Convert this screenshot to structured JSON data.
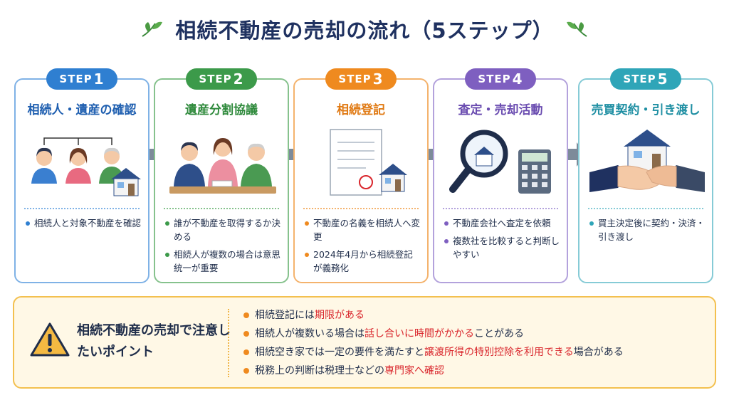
{
  "title": "相続不動産の売却の流れ（5ステップ）",
  "colors": {
    "step1": "#2f7fd1",
    "step2": "#3c9a4a",
    "step3": "#ef8a1f",
    "step4": "#7e5fc0",
    "step5": "#2fa5b8",
    "title": "#1f3160",
    "highlight": "#d9262c",
    "note_border": "#f3c04f",
    "note_bg": "#fff8e6"
  },
  "steps": [
    {
      "badge": "STEP",
      "number": "1",
      "title": "相続人・遺産の確認",
      "icon": "family-house-icon",
      "bullets": [
        {
          "text": "相続人と対象不動産を確認",
          "highlight": false
        }
      ]
    },
    {
      "badge": "STEP",
      "number": "2",
      "title": "遺産分割協議",
      "icon": "meeting-icon",
      "bullets": [
        {
          "text": "誰が不動産を取得するか決める",
          "highlight": false
        },
        {
          "text": "相続人が複数の場合は意思統一が重要",
          "highlight": false
        }
      ]
    },
    {
      "badge": "STEP",
      "number": "3",
      "title": "相続登記",
      "icon": "document-stamp-icon",
      "bullets": [
        {
          "text": "不動産の名義を相続人へ変更",
          "highlight": false
        },
        {
          "text": "2024年4月から相続登記が義務化",
          "highlight": true
        }
      ]
    },
    {
      "badge": "STEP",
      "number": "4",
      "title": "査定・売却活動",
      "icon": "magnifier-calculator-icon",
      "bullets": [
        {
          "text": "不動産会社へ査定を依頼",
          "highlight": false
        },
        {
          "text": "複数社を比較すると判断しやすい",
          "highlight": false
        }
      ]
    },
    {
      "badge": "STEP",
      "number": "5",
      "title": "売買契約・引き渡し",
      "icon": "handshake-house-icon",
      "bullets": [
        {
          "text": "買主決定後に契約・決済・引き渡し",
          "highlight": false
        }
      ]
    }
  ],
  "note": {
    "title": "相続不動産の売却で注意したいポイント",
    "items": [
      [
        {
          "t": "相続登記には",
          "hl": false
        },
        {
          "t": "期限がある",
          "hl": true
        }
      ],
      [
        {
          "t": "相続人が複数いる場合は",
          "hl": false
        },
        {
          "t": "話し合いに時間がかかる",
          "hl": true
        },
        {
          "t": "ことがある",
          "hl": false
        }
      ],
      [
        {
          "t": "相続空き家では一定の要件を満たすと",
          "hl": false
        },
        {
          "t": "譲渡所得の特別控除を利用できる",
          "hl": true
        },
        {
          "t": "場合がある",
          "hl": false
        }
      ],
      [
        {
          "t": "税務上の判断は税理士などの",
          "hl": false
        },
        {
          "t": "専門家へ確認",
          "hl": true
        }
      ]
    ]
  }
}
